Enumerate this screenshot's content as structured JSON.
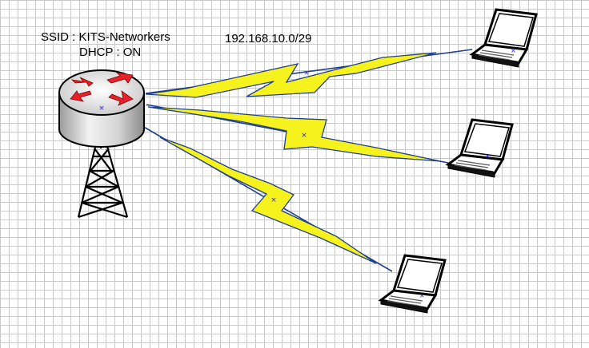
{
  "router": {
    "ssid_text": "SSID : KITS-Networkers",
    "dhcp_text": "DHCP : ON"
  },
  "network": {
    "subnet": "192.168.10.0/29"
  },
  "colors": {
    "router_arrow": "#e8202a",
    "bolt_fill": "#f5f21e",
    "link_line": "#1f3f8f",
    "laptop_screen": "#ffffff",
    "outline": "#000000"
  },
  "icons": [
    "router-icon",
    "antenna-tower-icon",
    "lightning-bolt-icon",
    "laptop-icon"
  ]
}
